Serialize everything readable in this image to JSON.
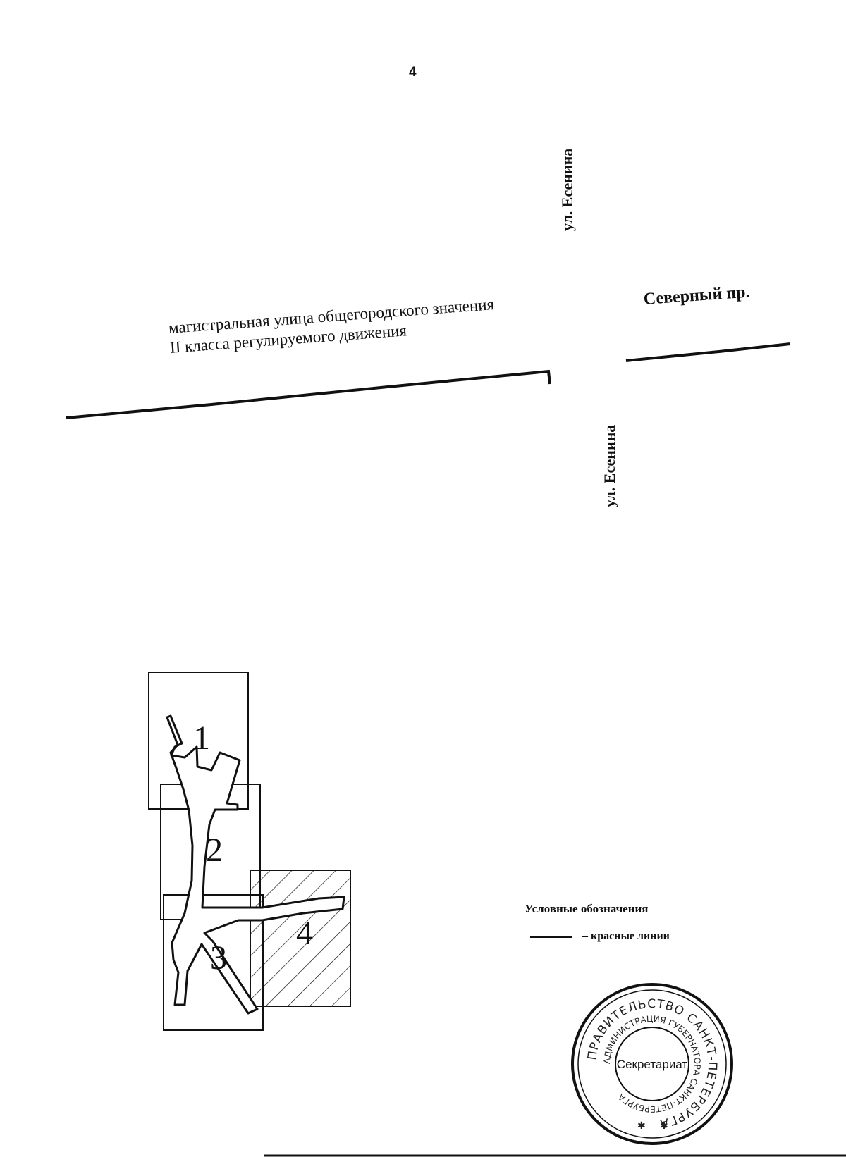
{
  "page": {
    "number": "4"
  },
  "streets": {
    "esenina_north": "ул. Есенина",
    "esenina_south": "ул. Есенина",
    "severny": "Северный пр.",
    "magistral_line1": "магистральная улица общегородского значения",
    "magistral_line2": "II класса регулируемого движения"
  },
  "sheets": [
    {
      "label": "1"
    },
    {
      "label": "2"
    },
    {
      "label": "3"
    },
    {
      "label": "4"
    }
  ],
  "legend": {
    "title": "Условные обозначения",
    "items": [
      {
        "label": "– красные линии",
        "color": "#111111"
      }
    ]
  },
  "seal": {
    "outer_text": "ПРАВИТЕЛЬСТВО САНКТ-ПЕТЕРБУРГА",
    "inner_text": "АДМИНИСТРАЦИЯ ГУБЕРНАТОРА САНКТ-ПЕТЕРБУРГА",
    "center": "Секретариат"
  }
}
